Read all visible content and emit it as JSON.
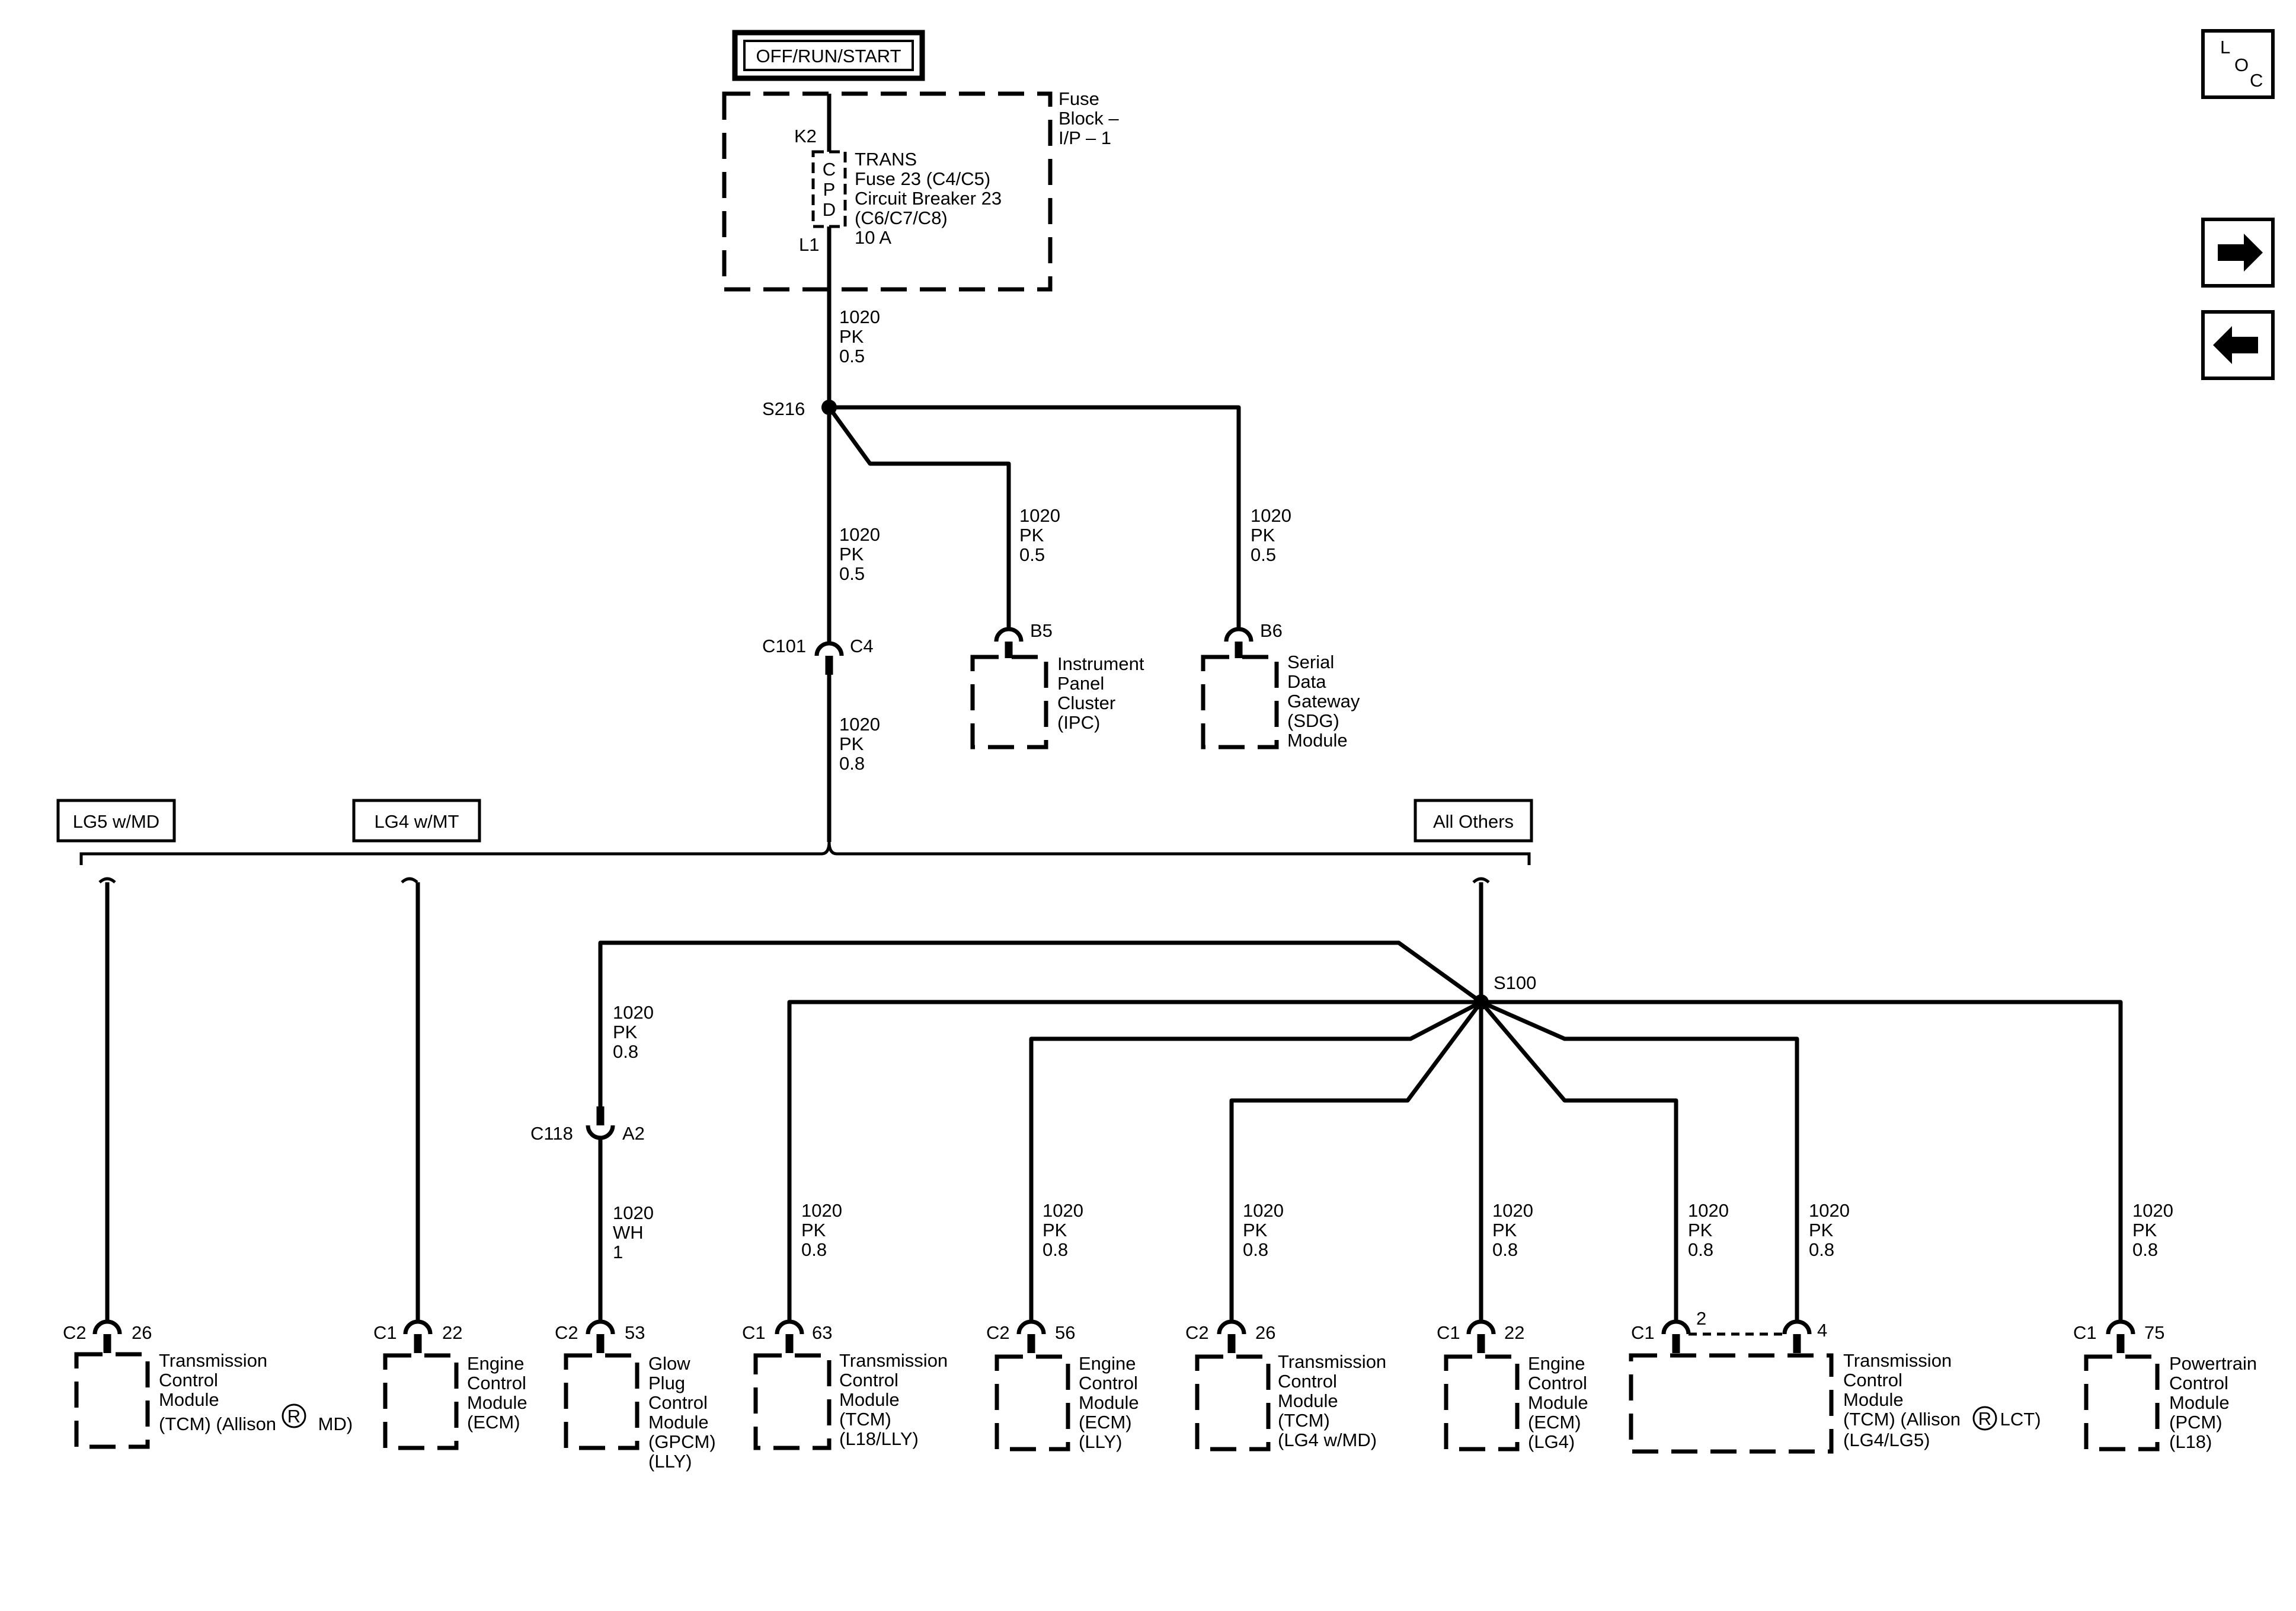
{
  "ignition": {
    "label": "OFF/RUN/START"
  },
  "fuse_block": {
    "label_lines": [
      "Fuse",
      "Block –",
      "I/P – 1"
    ],
    "pin_top": "K2",
    "pin_bottom": "L1",
    "cpd_letters": [
      "C",
      "P",
      "D"
    ],
    "fuse_lines": [
      "TRANS",
      "Fuse 23 (C4/C5)",
      "Circuit Breaker 23",
      "(C6/C7/C8)",
      "10 A"
    ]
  },
  "nav": {
    "loc_letters": [
      "L",
      "O",
      "C"
    ],
    "next_icon": "arrow-right-icon",
    "prev_icon": "arrow-left-icon"
  },
  "wires": {
    "w1": [
      "1020",
      "PK",
      "0.5"
    ],
    "w2": [
      "1020",
      "PK",
      "0.5"
    ],
    "w3": [
      "1020",
      "PK",
      "0.5"
    ],
    "w4": [
      "1020",
      "PK",
      "0.5"
    ],
    "w5": [
      "1020",
      "PK",
      "0.8"
    ],
    "w6": [
      "1020",
      "PK",
      "0.8"
    ],
    "w7": [
      "1020",
      "WH",
      "1"
    ],
    "w8": [
      "1020",
      "PK",
      "0.8"
    ],
    "w9": [
      "1020",
      "PK",
      "0.8"
    ],
    "w10": [
      "1020",
      "PK",
      "0.8"
    ],
    "w11": [
      "1020",
      "PK",
      "0.8"
    ],
    "w12": [
      "1020",
      "PK",
      "0.8"
    ],
    "w13": [
      "1020",
      "PK",
      "0.8"
    ],
    "w14": [
      "1020",
      "PK",
      "0.8"
    ]
  },
  "splices": {
    "s216": "S216",
    "s100": "S100"
  },
  "inline_connectors": {
    "c101": {
      "name": "C101",
      "pin": "C4"
    },
    "c118": {
      "name": "C118",
      "pin": "A2"
    }
  },
  "options": {
    "lg5": "LG5 w/MD",
    "lg4": "LG4 w/MT",
    "others": "All Others"
  },
  "modules": {
    "ipc": {
      "pin": "B5",
      "lines": [
        "Instrument",
        "Panel",
        "Cluster",
        "(IPC)"
      ]
    },
    "sdg": {
      "pin": "B6",
      "lines": [
        "Serial",
        "Data",
        "Gateway",
        "(SDG)",
        "Module"
      ]
    },
    "m1": {
      "conn": "C2",
      "pin": "26",
      "lines": [
        "Transmission",
        "Control",
        "Module"
      ],
      "last_pre": "(TCM)  (Allison",
      "last_post": " MD)"
    },
    "m2": {
      "conn": "C1",
      "pin": "22",
      "lines": [
        "Engine",
        "Control",
        "Module",
        "(ECM)"
      ]
    },
    "m3": {
      "conn": "C2",
      "pin": "53",
      "lines": [
        "Glow",
        "Plug",
        "Control",
        "Module",
        "(GPCM)",
        "(LLY)"
      ]
    },
    "m4": {
      "conn": "C1",
      "pin": "63",
      "lines": [
        "Transmission",
        "Control",
        "Module",
        "(TCM)",
        "(L18/LLY)"
      ]
    },
    "m5": {
      "conn": "C2",
      "pin": "56",
      "lines": [
        "Engine",
        "Control",
        "Module",
        "(ECM)",
        "(LLY)"
      ]
    },
    "m6": {
      "conn": "C2",
      "pin": "26",
      "lines": [
        "Transmission",
        "Control",
        "Module",
        "(TCM)",
        "(LG4 w/MD)"
      ]
    },
    "m7": {
      "conn": "C1",
      "pin": "22",
      "lines": [
        "Engine",
        "Control",
        "Module",
        "(ECM)",
        "(LG4)"
      ]
    },
    "m8": {
      "conn": "C1",
      "pin_a": "2",
      "pin_b": "4",
      "lines": [
        "Transmission",
        "Control",
        "Module"
      ],
      "line4_pre": "(TCM) (Allison",
      "line4_post": " LCT)",
      "line5": "(LG4/LG5)"
    },
    "m9": {
      "conn": "C1",
      "pin": "75",
      "lines": [
        "Powertrain",
        "Control",
        "Module",
        "(PCM)",
        "(L18)"
      ]
    }
  },
  "registered_mark": "R"
}
